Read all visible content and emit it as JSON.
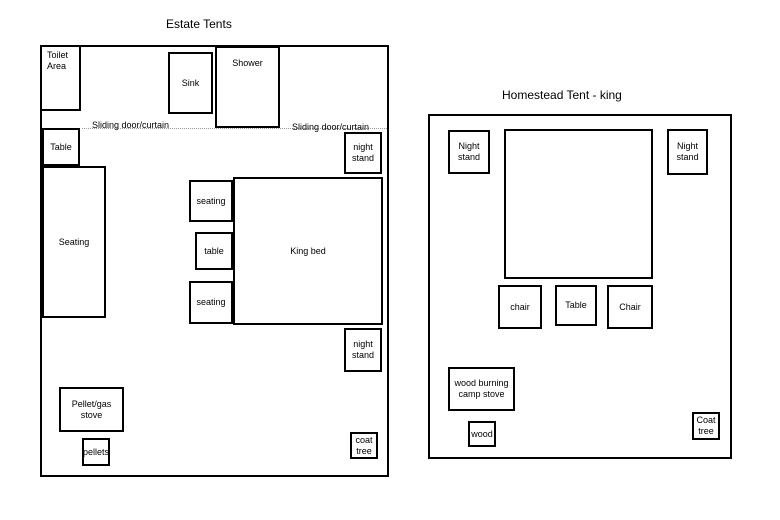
{
  "estate": {
    "title": "Estate Tents",
    "toilet": "Toilet\nArea",
    "sink": "Sink",
    "shower": "Shower",
    "sliding_left": "Sliding door/curtain",
    "sliding_right": "Sliding door/curtain",
    "table_top": "Table",
    "seating_left": "Seating",
    "seating_upper": "seating",
    "table_mid": "table",
    "seating_lower": "seating",
    "bed": "King bed",
    "night_stand_top": "night\nstand",
    "night_stand_bottom": "night\nstand",
    "stove": "Pellet/gas\nstove",
    "pellets": "pellets",
    "coat_tree": "coat\ntree"
  },
  "homestead": {
    "title": "Homestead Tent -  king",
    "night_stand_left": "Night\nstand",
    "night_stand_right": "Night\nstand",
    "chair_left": "chair",
    "table": "Table",
    "chair_right": "Chair",
    "stove": "wood burning\ncamp stove",
    "wood": "wood",
    "coat_tree": "Coat\ntree"
  }
}
